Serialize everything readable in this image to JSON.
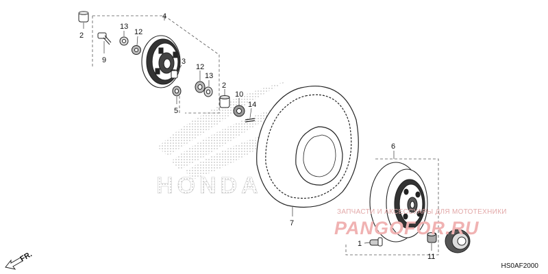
{
  "diagram": {
    "code": "HS0AF2000",
    "brand_watermark": "HONDA",
    "direction_label": "FR.",
    "site_watermark": {
      "text": "ЗАПЧАСТИ И АКСЕССУАРЫ ДЛЯ МОТОТЕХНИКИ",
      "logo": "PANGOFOR.RU"
    },
    "callouts": {
      "c1": "1",
      "c2a": "2",
      "c2b": "2",
      "c3": "3",
      "c4": "4",
      "c5": "5",
      "c6": "6",
      "c7": "7",
      "c9": "9",
      "c10": "10",
      "c11": "11",
      "c12a": "12",
      "c12b": "12",
      "c13a": "13",
      "c13b": "13",
      "c14": "14"
    }
  }
}
